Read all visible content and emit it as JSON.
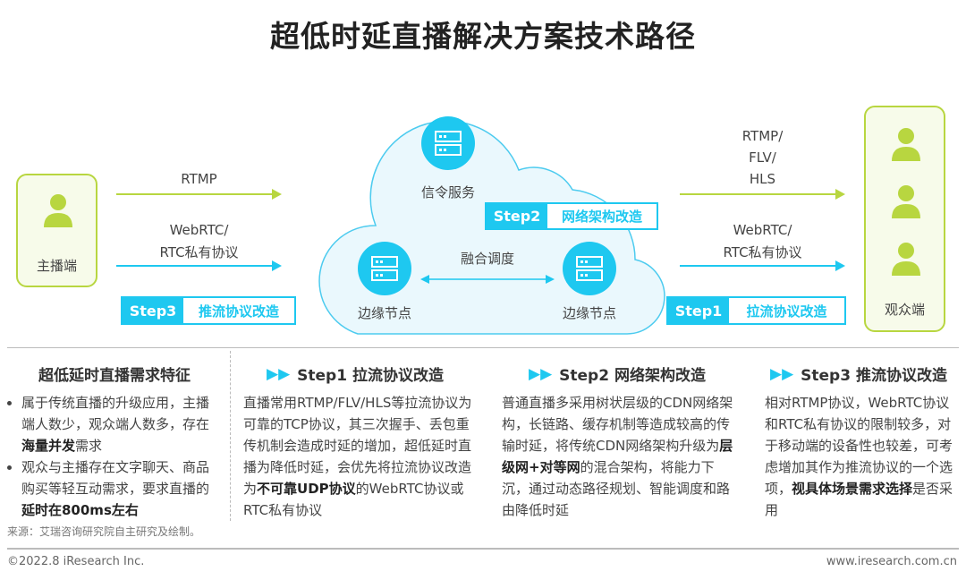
{
  "title": "超低时延直播解决方案技术路径",
  "colors": {
    "green": "#b8d640",
    "blue": "#1ec8f0"
  },
  "diagram": {
    "streamer": {
      "label": "主播端",
      "icon": "person-icon"
    },
    "viewer": {
      "label": "观众端",
      "icon": "person-icon"
    },
    "left_arrows": [
      {
        "label": "RTMP"
      },
      {
        "label_lines": [
          "WebRTC/",
          "RTC私有协议"
        ]
      }
    ],
    "right_arrows": [
      {
        "label_lines": [
          "RTMP/",
          "FLV/",
          "HLS"
        ]
      },
      {
        "label_lines": [
          "WebRTC/",
          "RTC私有协议"
        ]
      }
    ],
    "cloud": {
      "signal": "信令服务",
      "edge_left": "边缘节点",
      "edge_right": "边缘节点",
      "schedule": "融合调度",
      "icon": "server-icon"
    },
    "badges": {
      "step1": {
        "key": "Step1",
        "value": "拉流协议改造"
      },
      "step2": {
        "key": "Step2",
        "value": "网络架构改造"
      },
      "step3": {
        "key": "Step3",
        "value": "推流协议改造"
      }
    }
  },
  "columns": [
    {
      "heading": "超低延时直播需求特征",
      "bullets": [
        [
          {
            "t": "属于传统直播的升级应用，主播端人数少，观众端人数多，存在"
          },
          {
            "t": "海量并发",
            "b": true
          },
          {
            "t": "需求"
          }
        ],
        [
          {
            "t": "观众与主播存在文字聊天、商品购买等轻互动需求，要求直播的"
          },
          {
            "t": "延时在800ms左右",
            "b": true
          }
        ]
      ]
    },
    {
      "heading": "Step1 拉流协议改造",
      "text": [
        {
          "t": "直播常用RTMP/FLV/HLS等拉流协议为可靠的TCP协议，其三次握手、丢包重传机制会造成时延的增加，超低延时直播为降低时延，会优先将拉流协议改造为"
        },
        {
          "t": "不可靠UDP协议",
          "b": true
        },
        {
          "t": "的WebRTC协议或RTC私有协议"
        }
      ]
    },
    {
      "heading": "Step2 网络架构改造",
      "text": [
        {
          "t": "普通直播多采用树状层级的CDN网络架构，长链路、缓存机制等造成较高的传输时延，将传统CDN网络架构升级为"
        },
        {
          "t": "层级网+对等网",
          "b": true
        },
        {
          "t": "的混合架构，将能力下沉，通过动态路径规划、智能调度和路由降低时延"
        }
      ]
    },
    {
      "heading": "Step3 推流协议改造",
      "text": [
        {
          "t": "相对RTMP协议，WebRTC协议和RTC私有协议的限制较多，对于移动端的设备性也较差，可考虑增加其作为推流协议的一个选项，"
        },
        {
          "t": "视具体场景需求选择",
          "b": true
        },
        {
          "t": "是否采用"
        }
      ]
    }
  ],
  "source": "来源：艾瑞咨询研究院自主研究及绘制。",
  "footer": {
    "copyright": "©2022.8 iResearch Inc.",
    "url": "www.iresearch.com.cn"
  }
}
